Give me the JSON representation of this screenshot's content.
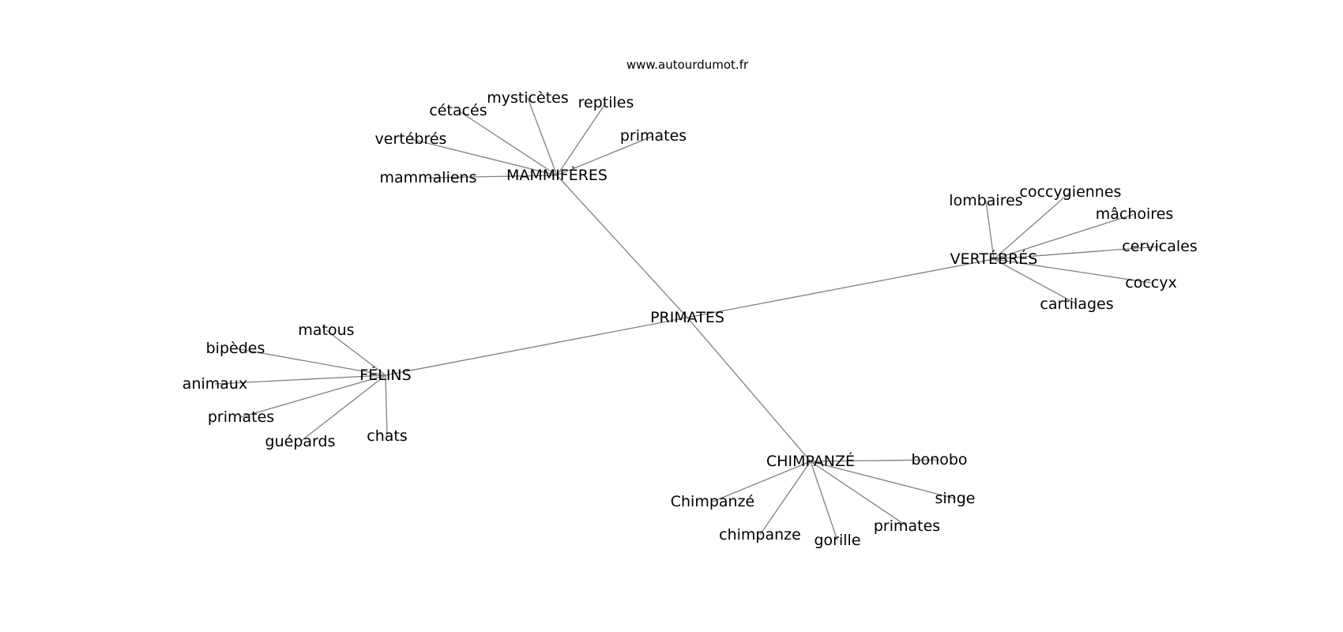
{
  "source": "www.autourdumot.fr",
  "center": "PRIMATES",
  "hubs": [
    {
      "id": "mammiferes",
      "label": "MAMMIFÈRES",
      "leaves": [
        "mammaliens",
        "vertébrés",
        "cétacés",
        "mysticètes",
        "reptiles",
        "primates"
      ]
    },
    {
      "id": "vertebres",
      "label": "VERTÉBRÉS",
      "leaves": [
        "lombaires",
        "coccygiennes",
        "mâchoires",
        "cervicales",
        "coccyx",
        "cartilages"
      ]
    },
    {
      "id": "felins",
      "label": "FÉLINS",
      "leaves": [
        "matous",
        "bipèdes",
        "animaux",
        "primates",
        "guépards",
        "chats"
      ]
    },
    {
      "id": "chimpanze",
      "label": "CHIMPANZÉ",
      "leaves": [
        "bonobo",
        "singe",
        "primates",
        "gorille",
        "chimpanze",
        "Chimpanzé"
      ]
    }
  ]
}
